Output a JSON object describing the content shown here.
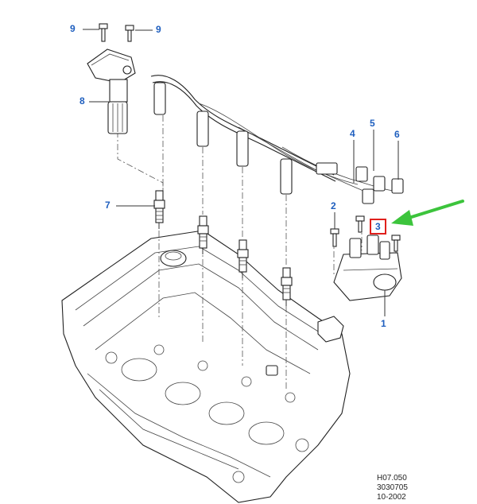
{
  "callouts": [
    {
      "id": "9a",
      "label": "9"
    },
    {
      "id": "9b",
      "label": "9"
    },
    {
      "id": "8",
      "label": "8"
    },
    {
      "id": "7",
      "label": "7"
    },
    {
      "id": "6",
      "label": "6"
    },
    {
      "id": "5",
      "label": "5"
    },
    {
      "id": "4",
      "label": "4"
    },
    {
      "id": "2",
      "label": "2"
    },
    {
      "id": "3",
      "label": "3"
    },
    {
      "id": "1",
      "label": "1"
    }
  ],
  "reference": {
    "line1": "H07.050",
    "line2": "3030705",
    "line3": "10-2002"
  },
  "colors": {
    "callout_text": "#1f5fbf",
    "highlight_box": "#e0201c",
    "arrow": "#3cc43c",
    "line_art": "#222222"
  }
}
